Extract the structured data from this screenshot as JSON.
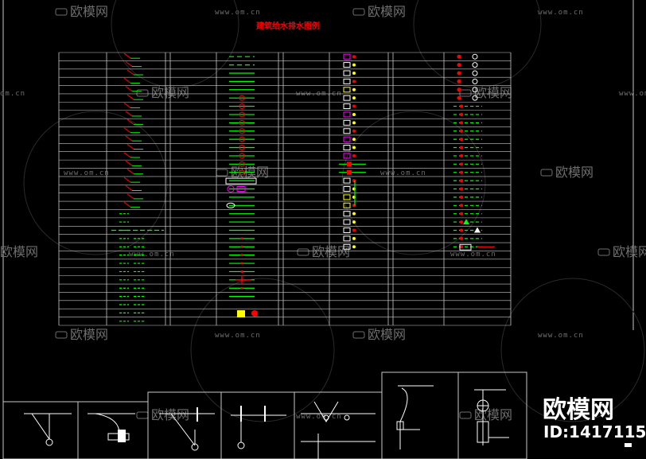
{
  "drawing": {
    "title": "建筑给水排水图例"
  },
  "watermark": {
    "brand": "欧模网",
    "url": "www.om.cn",
    "url_partial": "om.cn"
  },
  "brand_footer": {
    "name": "欧模网",
    "id_label": "ID:1417115"
  },
  "colors": {
    "background": "#000000",
    "grid": "#c8c8c8",
    "green": "#00ff00",
    "red": "#ff0000",
    "magenta": "#ff00ff",
    "yellow": "#ffff00",
    "white": "#ffffff",
    "cyan": "#00c0ff",
    "watermark": "#6e6e6e"
  }
}
